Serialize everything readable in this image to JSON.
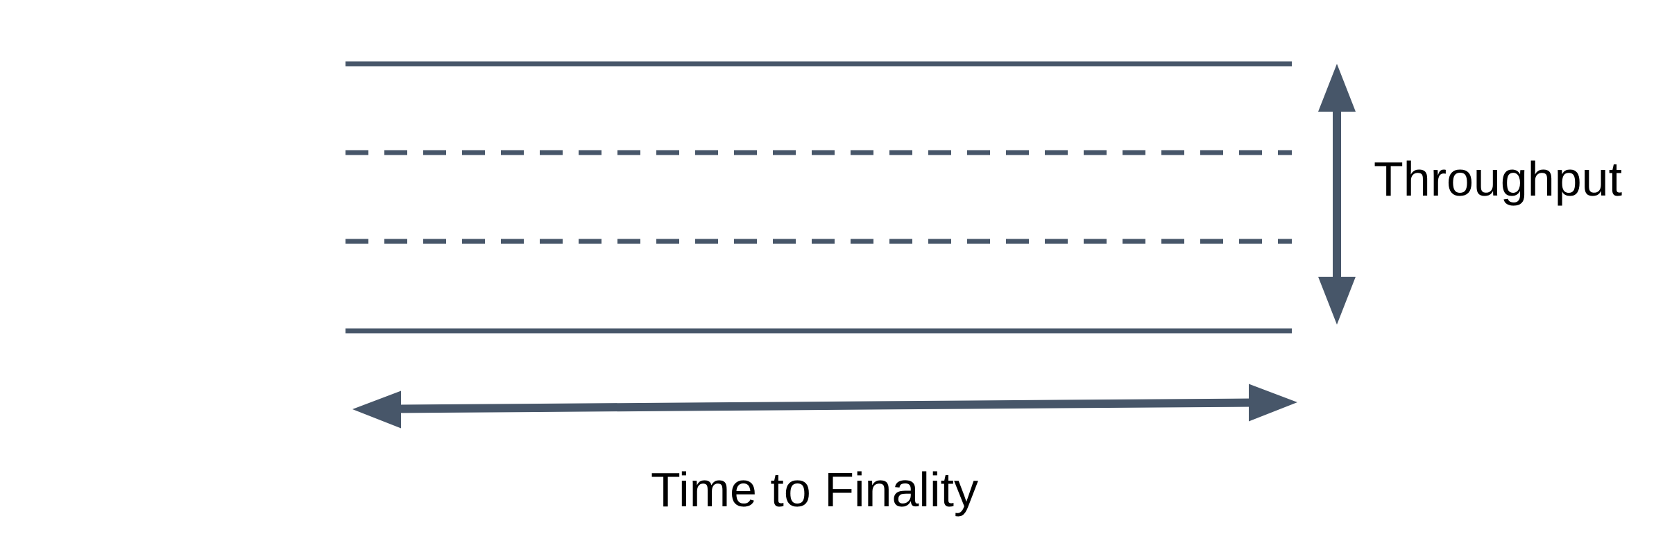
{
  "diagram": {
    "labels": {
      "throughput": "Throughput",
      "time_to_finality": "Time to Finality"
    },
    "colors": {
      "shape": "#475669",
      "text": "#000000",
      "background": "#FFFFFF"
    },
    "icons": {
      "vertical_arrow": "double-headed-arrow-vertical",
      "horizontal_arrow": "double-headed-arrow-horizontal"
    }
  }
}
